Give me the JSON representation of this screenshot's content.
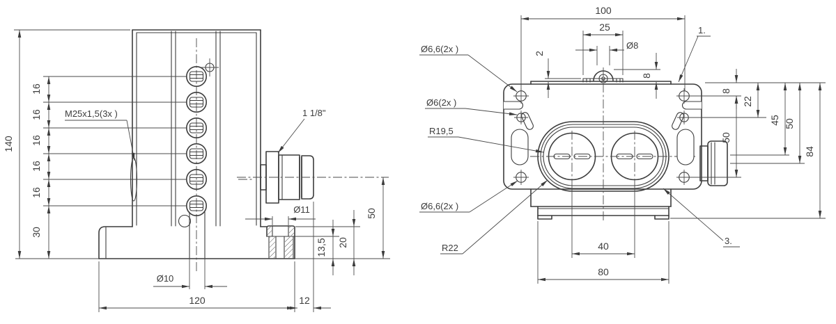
{
  "colors": {
    "line": "#3c3c3c",
    "background": "#ffffff"
  },
  "front_view": {
    "overall_height": "140",
    "gland_pitches": [
      "16",
      "16",
      "16",
      "16",
      "16"
    ],
    "base_to_first_gland": "30",
    "gland_thread": "M25x1,5(3x )",
    "conduit_size": "1 1/8\"",
    "counterbore_dia": "Ø11",
    "mount_hole_dia": "Ø10",
    "base_length": "120",
    "conduit_overhang": "12",
    "conduit_center_height": "50",
    "bush_height": "20",
    "bush_depth": "13,5"
  },
  "top_view": {
    "hole_span_x": "100",
    "clip_width": "25",
    "lug_hole_dia": "Ø8",
    "plate_thickness": "2",
    "lug_height": "8",
    "corner_holes": "Ø6,6(2x )",
    "mid_holes": "Ø6(2x )",
    "inner_radius": "R19,5",
    "lower_holes": "Ø6,6(2x )",
    "outer_radius": "R22",
    "callout_1": "1.",
    "callout_3": "3.",
    "edge_to_hole": "8",
    "edge_to_mid_hole": "22",
    "hole_span_y": "50",
    "edge_to_port_top": "45",
    "edge_to_center": "50",
    "overall_depth": "84",
    "gland_spacing": "40",
    "body_width": "80"
  }
}
